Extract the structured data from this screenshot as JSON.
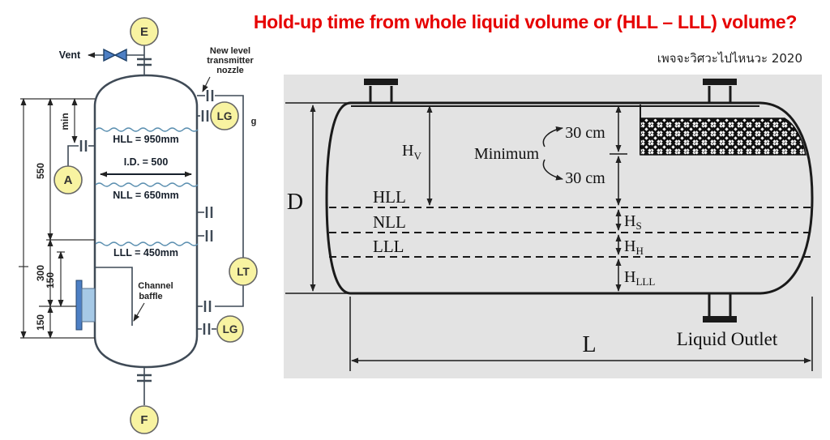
{
  "title": "Hold-up time from whole liquid volume or (HLL – LLL) volume?",
  "credit": "เพจจะวิศวะไปไหนวะ 2020",
  "colors": {
    "title_red": "#e60000",
    "panel_grey": "#e3e3e3",
    "vessel_blue": "#bfe0f4",
    "instrument_yellow": "#f8f3a1",
    "flange_blue": "#4d7fc4",
    "line_dark": "#1a1a1a"
  },
  "icons": {
    "vent_valve": "valve-icon",
    "nozzle_flange": "flange-icon",
    "demister": "demister-pad-hatch"
  },
  "vertical_vessel": {
    "vent_label": "Vent",
    "g_label": "g",
    "instruments": {
      "e": "E",
      "a": "A",
      "f": "F",
      "lg_top": "LG",
      "lt": "LT",
      "lg_bottom": "LG"
    },
    "nozzle_note": {
      "line1": "New level",
      "line2": "transmitter",
      "line3": "nozzle"
    },
    "levels": {
      "hll": "HLL = 950mm",
      "id": "I.D. = 500",
      "nll": "NLL = 650mm",
      "lll": "LLL = 450mm"
    },
    "baffle_note": {
      "line1": "Channel",
      "line2": "baffle"
    },
    "dimensions": {
      "d550": "550",
      "min": "min",
      "d300": "300",
      "d150_nozzle": "150",
      "d150_bottom": "150"
    }
  },
  "horizontal_vessel": {
    "diameter_label": "D",
    "length_label": "L",
    "vapor_height": {
      "base": "H",
      "sub": "V"
    },
    "minimum_label": "Minimum",
    "clearance_top": "30 cm",
    "clearance_bottom": "30 cm",
    "levels": {
      "hll": "HLL",
      "nll": "NLL",
      "lll": "LLL"
    },
    "surge_height": {
      "base": "H",
      "sub": "S"
    },
    "holdup_height": {
      "base": "H",
      "sub": "H"
    },
    "lll_height": {
      "base": "H",
      "sub": "LLL"
    },
    "outlet_label": "Liquid Outlet"
  }
}
